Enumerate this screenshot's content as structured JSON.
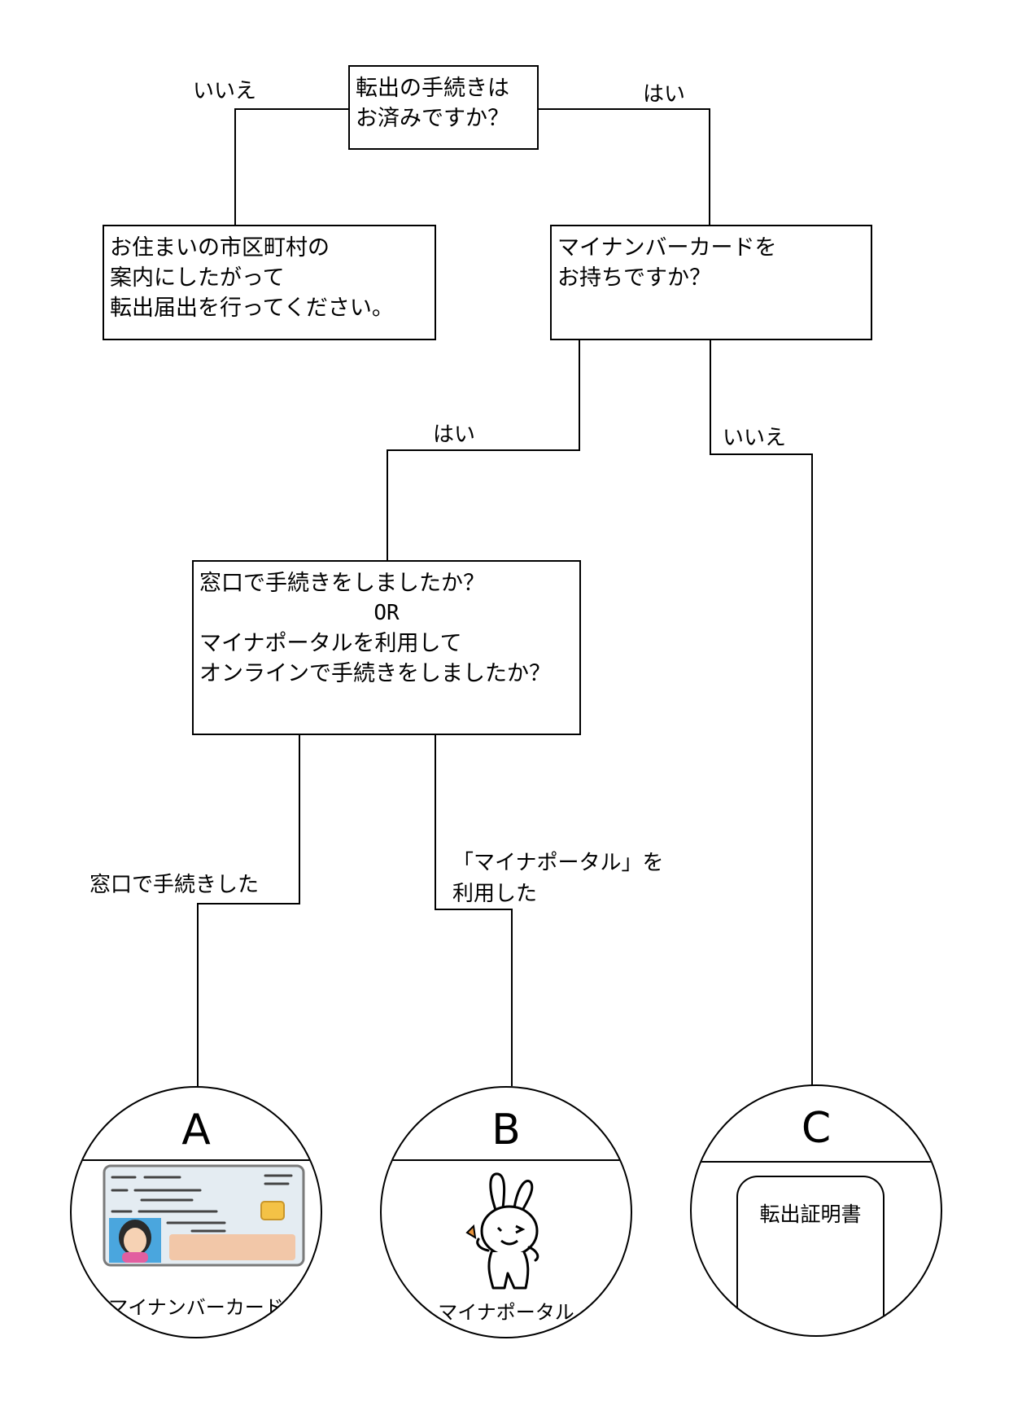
{
  "nodes": {
    "q1": {
      "lines": [
        "転出の手続きは",
        "お済みですか？"
      ]
    },
    "notice": {
      "lines": [
        "お住まいの市区町村の",
        "案内にしたがって",
        "転出届出を行ってください。"
      ]
    },
    "q2": {
      "lines": [
        "マイナンバーカードを",
        "お持ちですか？"
      ]
    },
    "q3": {
      "line1": "窓口で手続きをしましたか？",
      "or": "OR",
      "line3": "マイナポータルを利用して",
      "line4": "オンラインで手続きをしましたか？"
    }
  },
  "labels": {
    "q1_no": "いいえ",
    "q1_yes": "はい",
    "q2_yes": "はい",
    "q2_no": "いいえ",
    "q3_counter": "窓口で手続きした",
    "q3_portal_1": "「マイナポータル」を",
    "q3_portal_2": "利用した"
  },
  "outcomes": [
    {
      "letter": "A",
      "caption": "マイナンバーカード",
      "icon": "my-number-card-icon"
    },
    {
      "letter": "B",
      "caption": "マイナポータル",
      "icon": "mynaportal-rabbit-mascot-icon"
    },
    {
      "letter": "C",
      "caption": "転出証明書",
      "icon": "certificate-document-icon"
    }
  ],
  "colors": {
    "card_bg": "#e4ecf2",
    "card_photo_bg": "#4aa6de",
    "card_chip": "#f4c246",
    "card_field": "#f2c7a8",
    "mascot_accent": "#e8923a"
  }
}
